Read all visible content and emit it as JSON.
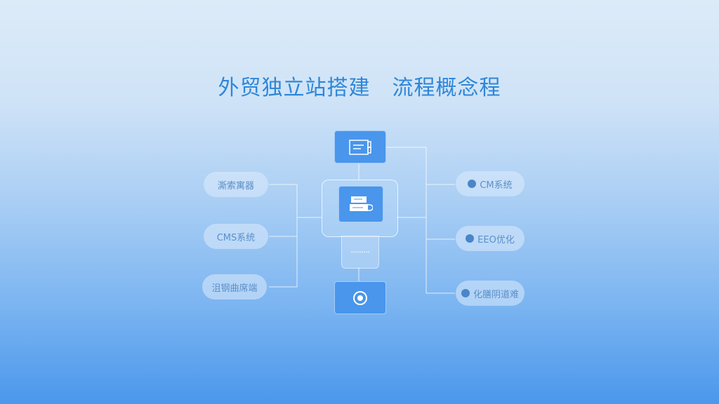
{
  "title": "外贸独立站搭建　流程概念程",
  "left_nodes": [
    {
      "label": "澌索寓器"
    },
    {
      "label": "CMS系统"
    },
    {
      "label": "沮钢曲席端"
    }
  ],
  "right_nodes": [
    {
      "label": "CM系统",
      "icon": "bulb-icon"
    },
    {
      "label": "EEO优化",
      "icon": "doc-icon"
    },
    {
      "label": "化膳阴道难",
      "icon": "chat-icon"
    }
  ],
  "center": {
    "top_icon": "document-icon",
    "main_icon": "server-icon",
    "bottom_icon": "user-icon",
    "sub_label": "•••••••••"
  }
}
